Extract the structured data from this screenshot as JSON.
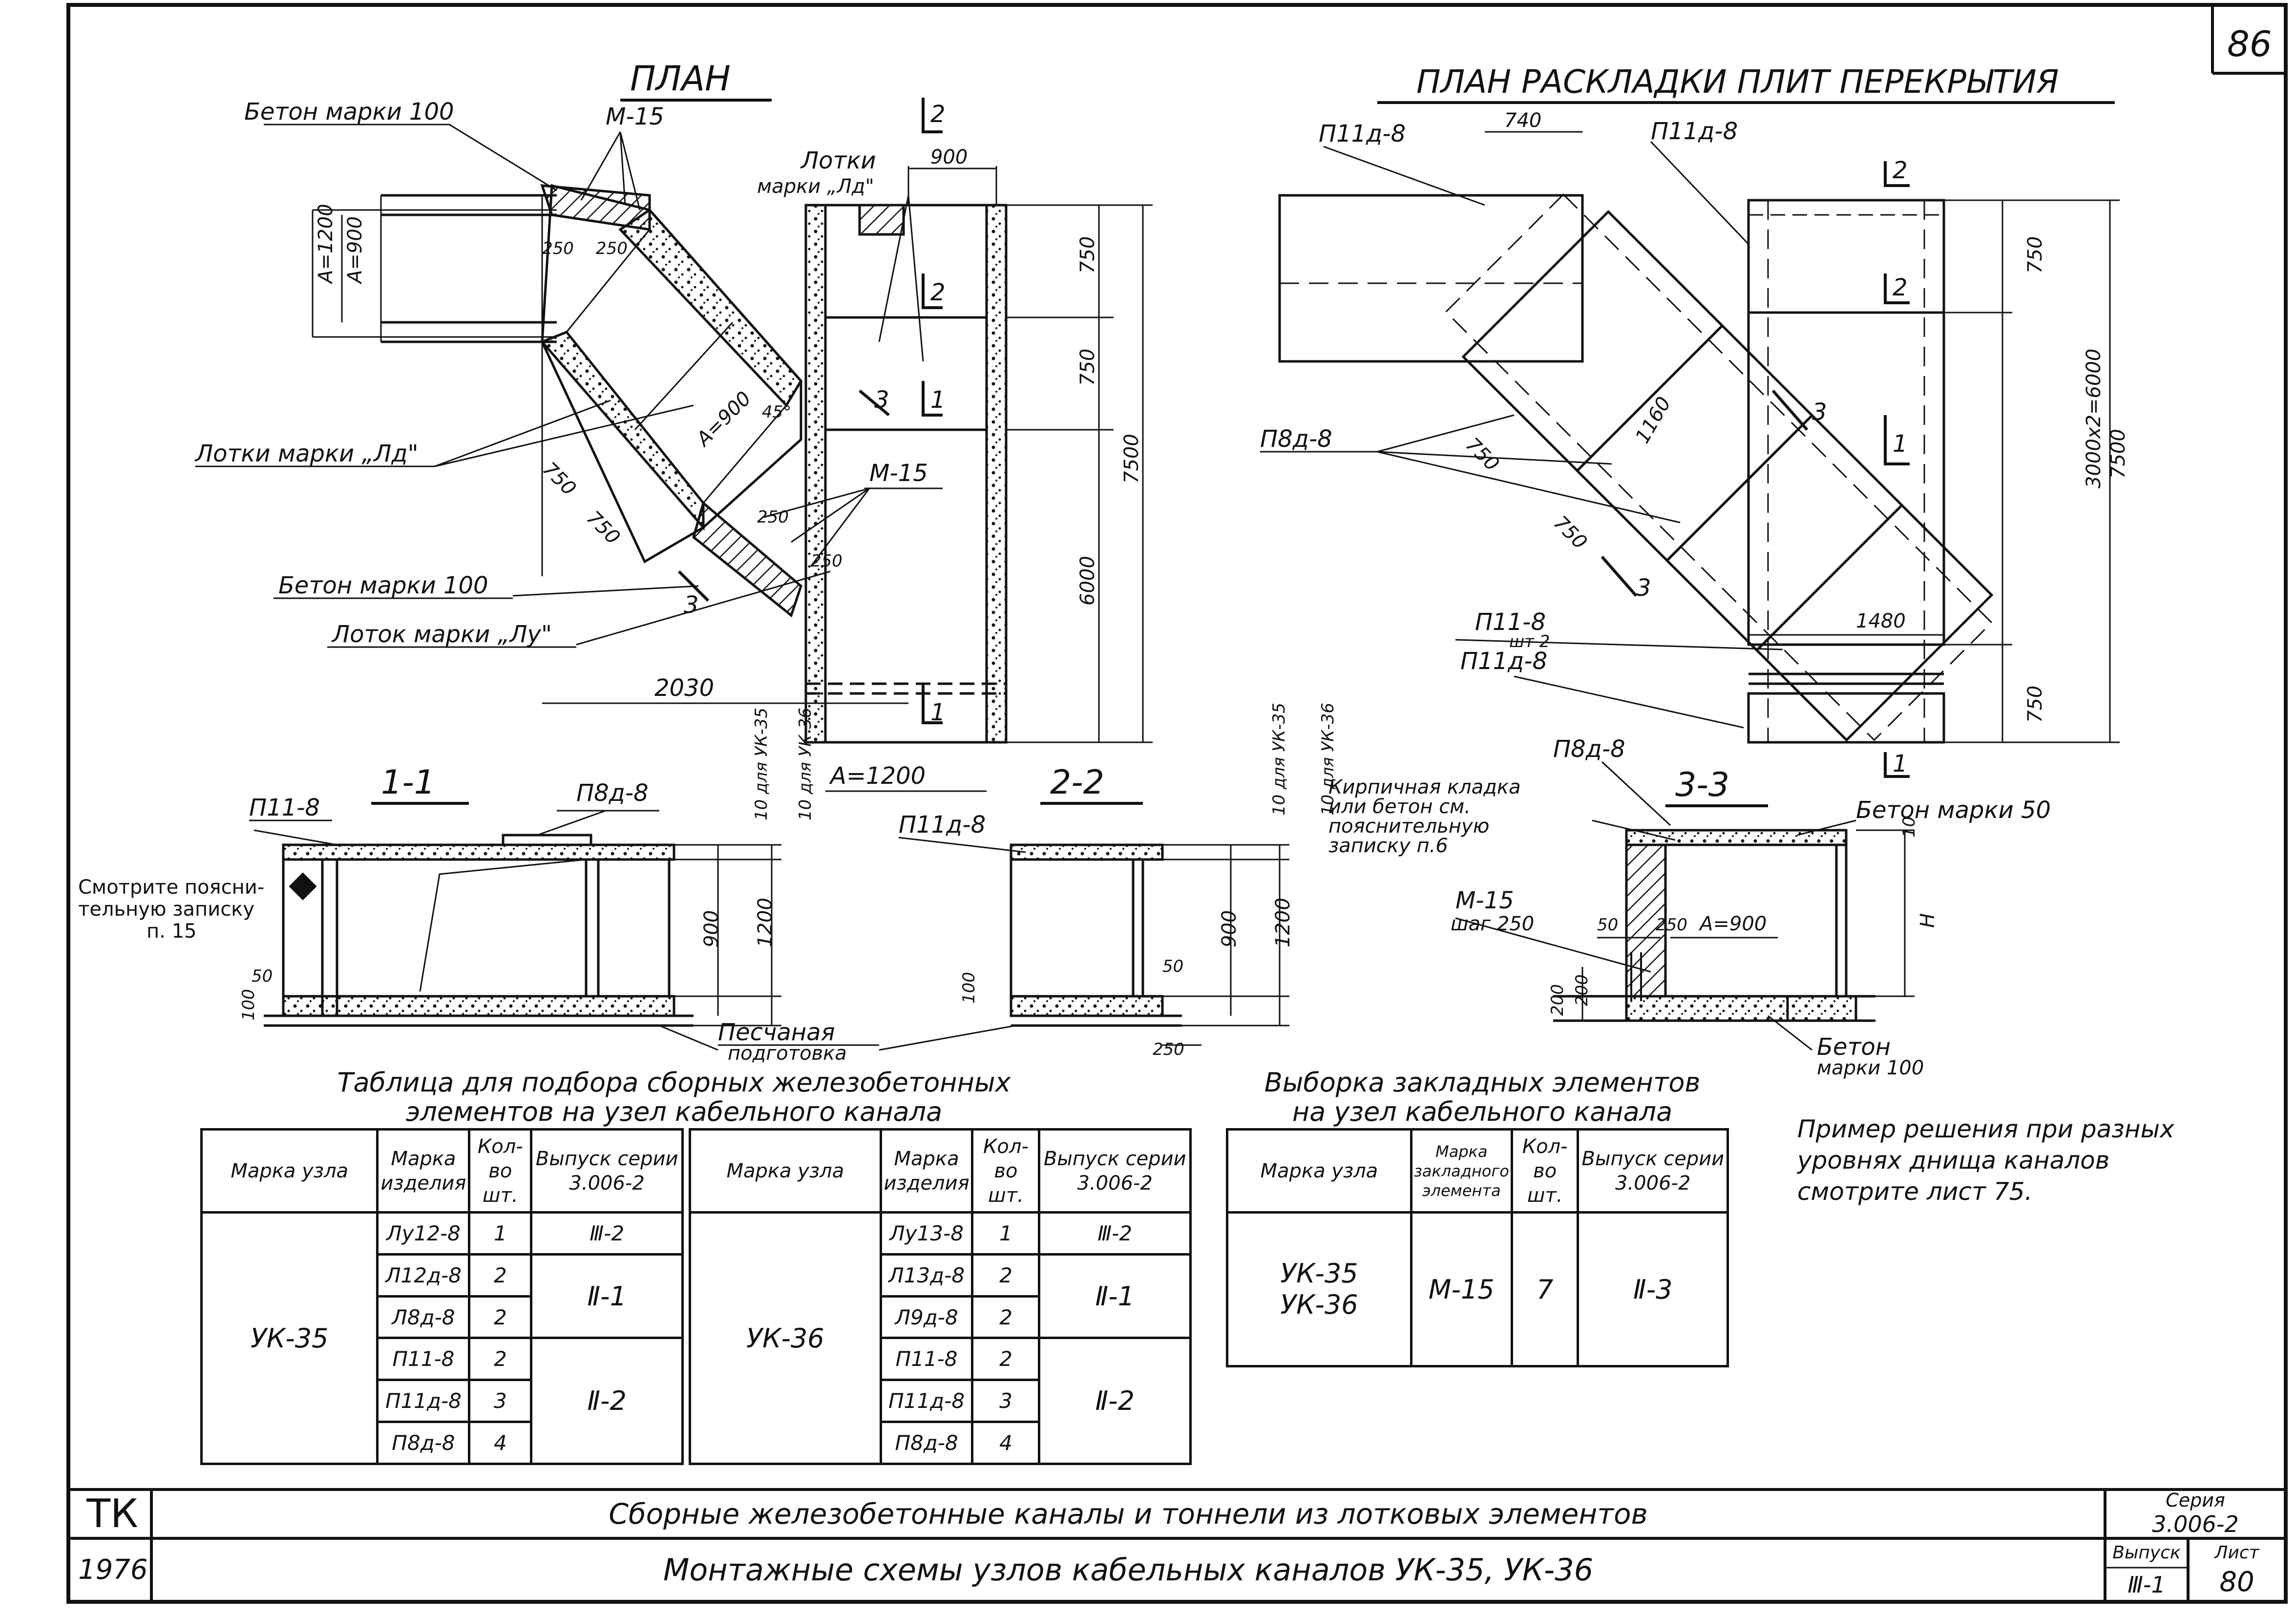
{
  "sheet_number": "86",
  "views": {
    "plan_title": "ПЛАН",
    "slab_plan_title": "ПЛАН РАСКЛАДКИ ПЛИТ ПЕРЕКРЫТИЯ",
    "sec11_title": "1-1",
    "sec22_title": "2-2",
    "sec33_title": "3-3"
  },
  "plan_labels": {
    "beton100_top": "Бетон марки 100",
    "m15_top": "М-15",
    "lotki_ld_top": "Лотки",
    "lotki_ld_top2": "марки „Лд\"",
    "lotki_ld": "Лотки марки „Лд\"",
    "beton100_bottom": "Бетон марки 100",
    "lotok_lu": "Лоток марки „Лу\"",
    "m15_mid": "М-15"
  },
  "plan_dims": {
    "d900": "900",
    "d750a": "750",
    "d750b": "750",
    "d7500": "7500",
    "d6000": "6000",
    "d2030": "2030",
    "a1200_bottom": "А=1200",
    "a1200_left": "А=1200",
    "a900_left": "А=900",
    "a900_diag": "А=900",
    "d250a": "250",
    "d250b": "250",
    "d45": "45°",
    "d750c": "750",
    "d750d": "750",
    "d250c": "250",
    "d250d": "250"
  },
  "section_marks": {
    "s1": "1",
    "s2": "2",
    "s3": "3"
  },
  "slab_labels": {
    "p11d8_a": "П11д-8",
    "p11d8_b": "П11д-8",
    "p8d8": "П8д-8",
    "p11_8": "П11-8",
    "p11_8_sub": "шт 2",
    "p11d8_c": "П11д-8"
  },
  "slab_dims": {
    "d740": "740",
    "d750a": "750",
    "d750b": "750",
    "d3000": "3000х2=6000",
    "d7500": "7500",
    "d1480": "1480",
    "d1160": "1160",
    "d750c": "750",
    "d750d": "750"
  },
  "sec11_labels": {
    "p11_8": "П11-8",
    "p8d8": "П8д-8",
    "note1": "Смотрите поясни-",
    "note2": "тельную записку",
    "note3": "п. 15",
    "d50": "50",
    "d100": "100",
    "d10uk35": "10 для УК-35",
    "d10uk36": "10 для УК-36",
    "d900": "900",
    "d1200": "1200"
  },
  "sec22_labels": {
    "p11d8": "П11д-8",
    "d10uk35": "10 для УК-35",
    "d10uk36": "10 для УК-36",
    "d900": "900",
    "d1200": "1200",
    "d50": "50",
    "d100": "100",
    "d250": "250"
  },
  "sand_label": [
    "Песчаная",
    "подготовка"
  ],
  "sec33_labels": {
    "p8d8": "П8д-8",
    "kirp1": "Кирпичная кладка",
    "kirp2": "или бетон см.",
    "kirp3": "пояснительную",
    "kirp4": "записку п.6",
    "beton50": "Бетон марки 50",
    "m15": "М-15",
    "step": "шаг 250",
    "d50": "50",
    "d250": "250",
    "a900": "А=900",
    "d10": "10",
    "h": "Н",
    "d200a": "200",
    "d200b": "200",
    "beton100_a": "Бетон",
    "beton100_b": "марки 100"
  },
  "table1": {
    "caption1": "Таблица для подбора сборных железобетонных",
    "caption2": "элементов на узел кабельного канала",
    "headers": [
      "Марка узла",
      "Марка изделия",
      "Кол-во шт.",
      "Выпуск серии 3.006-2"
    ],
    "left": {
      "node": "УК-35",
      "rows": [
        {
          "item": "Лу12-8",
          "qty": "1",
          "vyp": "Ⅲ-2"
        },
        {
          "item": "Л12д-8",
          "qty": "2",
          "vyp": "Ⅱ-1"
        },
        {
          "item": "Л8д-8",
          "qty": "2",
          "vyp": ""
        },
        {
          "item": "П11-8",
          "qty": "2",
          "vyp": "Ⅱ-2"
        },
        {
          "item": "П11д-8",
          "qty": "3",
          "vyp": ""
        },
        {
          "item": "П8д-8",
          "qty": "4",
          "vyp": ""
        }
      ]
    },
    "right": {
      "node": "УК-36",
      "rows": [
        {
          "item": "Лу13-8",
          "qty": "1",
          "vyp": "Ⅲ-2"
        },
        {
          "item": "Л13д-8",
          "qty": "2",
          "vyp": "Ⅱ-1"
        },
        {
          "item": "Л9д-8",
          "qty": "2",
          "vyp": ""
        },
        {
          "item": "П11-8",
          "qty": "2",
          "vyp": "Ⅱ-2"
        },
        {
          "item": "П11д-8",
          "qty": "3",
          "vyp": ""
        },
        {
          "item": "П8д-8",
          "qty": "4",
          "vyp": ""
        }
      ]
    }
  },
  "table2": {
    "caption1": "Выборка закладных элементов",
    "caption2": "на узел кабельного канала",
    "headers": [
      "Марка узла",
      "Марка закладного элемента",
      "Кол-во шт.",
      "Выпуск серии 3.006-2"
    ],
    "node1": "УК-35",
    "node2": "УК-36",
    "element": "М-15",
    "qty": "7",
    "vyp": "Ⅱ-3"
  },
  "note": [
    "Пример решения при разных",
    "уровнях днища каналов",
    "смотрите лист 75."
  ],
  "title_block": {
    "org": "ТК",
    "year": "1976",
    "title1": "Сборные железобетонные каналы и тоннели из лотковых элементов",
    "title2": "Монтажные схемы узлов кабельных каналов УК-35, УК-36",
    "series_label": "Серия",
    "series": "3.006-2",
    "vyp_label": "Выпуск",
    "vyp": "Ⅲ-1",
    "list_label": "Лист",
    "list": "80"
  }
}
